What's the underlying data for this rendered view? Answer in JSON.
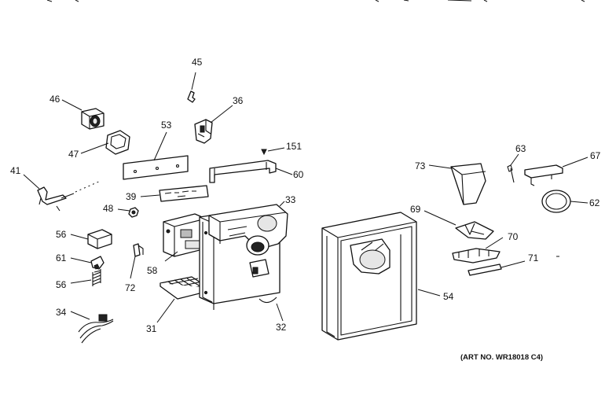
{
  "labels": {
    "l45": "45",
    "l46": "46",
    "l36": "36",
    "l53": "53",
    "l47": "47",
    "l151": "151",
    "l41": "41",
    "l60": "60",
    "l39": "39",
    "l33": "33",
    "l48": "48",
    "l56a": "56",
    "l61": "61",
    "l58": "58",
    "l56b": "56",
    "l72": "72",
    "l34": "34",
    "l31": "31",
    "l32": "32",
    "l54": "54",
    "l73": "73",
    "l63": "63",
    "l67": "67",
    "l62": "62",
    "l69": "69",
    "l70": "70",
    "l71": "71"
  },
  "art_number": "(ART NO. WR18018 C4)"
}
